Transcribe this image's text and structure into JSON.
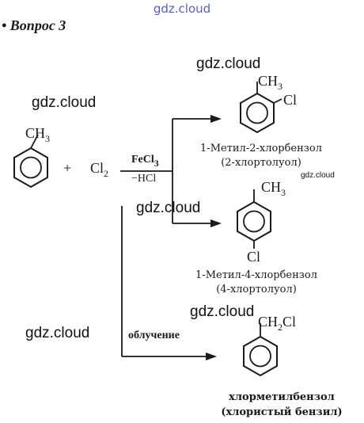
{
  "header_watermark": "gdz.cloud",
  "question_title": "• Вопрос 3",
  "watermarks": {
    "wm1": "gdz.cloud",
    "wm2": "gdz.cloud",
    "wm3": "gdz.cloud",
    "wm4": "gdz.cloud",
    "wm5": "gdz.cloud",
    "wm_small": "gdz.cloud"
  },
  "reactant": {
    "ch3": "CH",
    "ch3_sub": "3",
    "plus": "+",
    "cl2": "Cl",
    "cl2_sub": "2"
  },
  "conditions": {
    "catalyst": "FeCl",
    "catalyst_sub": "3",
    "byproduct": "−HCl",
    "light": "облучение"
  },
  "product1": {
    "ch3": "CH",
    "ch3_sub": "3",
    "cl": "Cl",
    "name_line1": "1-Метил-2-хлорбензол",
    "name_line2": "(2-хлортолуол)"
  },
  "product2": {
    "ch3": "CH",
    "ch3_sub": "3",
    "cl": "Cl",
    "name_line1": "1-Метил-4-хлорбензол",
    "name_line2": "(4-хлортолуол)"
  },
  "product3": {
    "ch2": "CH",
    "ch2_sub": "2",
    "cl": "Cl",
    "name_line1": "хлорметилбензол",
    "name_line2": "(хлористый бензил)"
  }
}
